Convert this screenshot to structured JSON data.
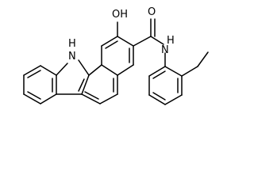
{
  "structure": {
    "labels": {
      "hydroxyl": "OH",
      "carbonyl_oxygen": "O",
      "amide_nitrogen": "N",
      "amide_hydrogen": "H",
      "indole_nitrogen": "N",
      "indole_hydrogen": "H"
    },
    "colors": {
      "bond": "#000000",
      "label": "#000000",
      "background": "#ffffff"
    }
  }
}
